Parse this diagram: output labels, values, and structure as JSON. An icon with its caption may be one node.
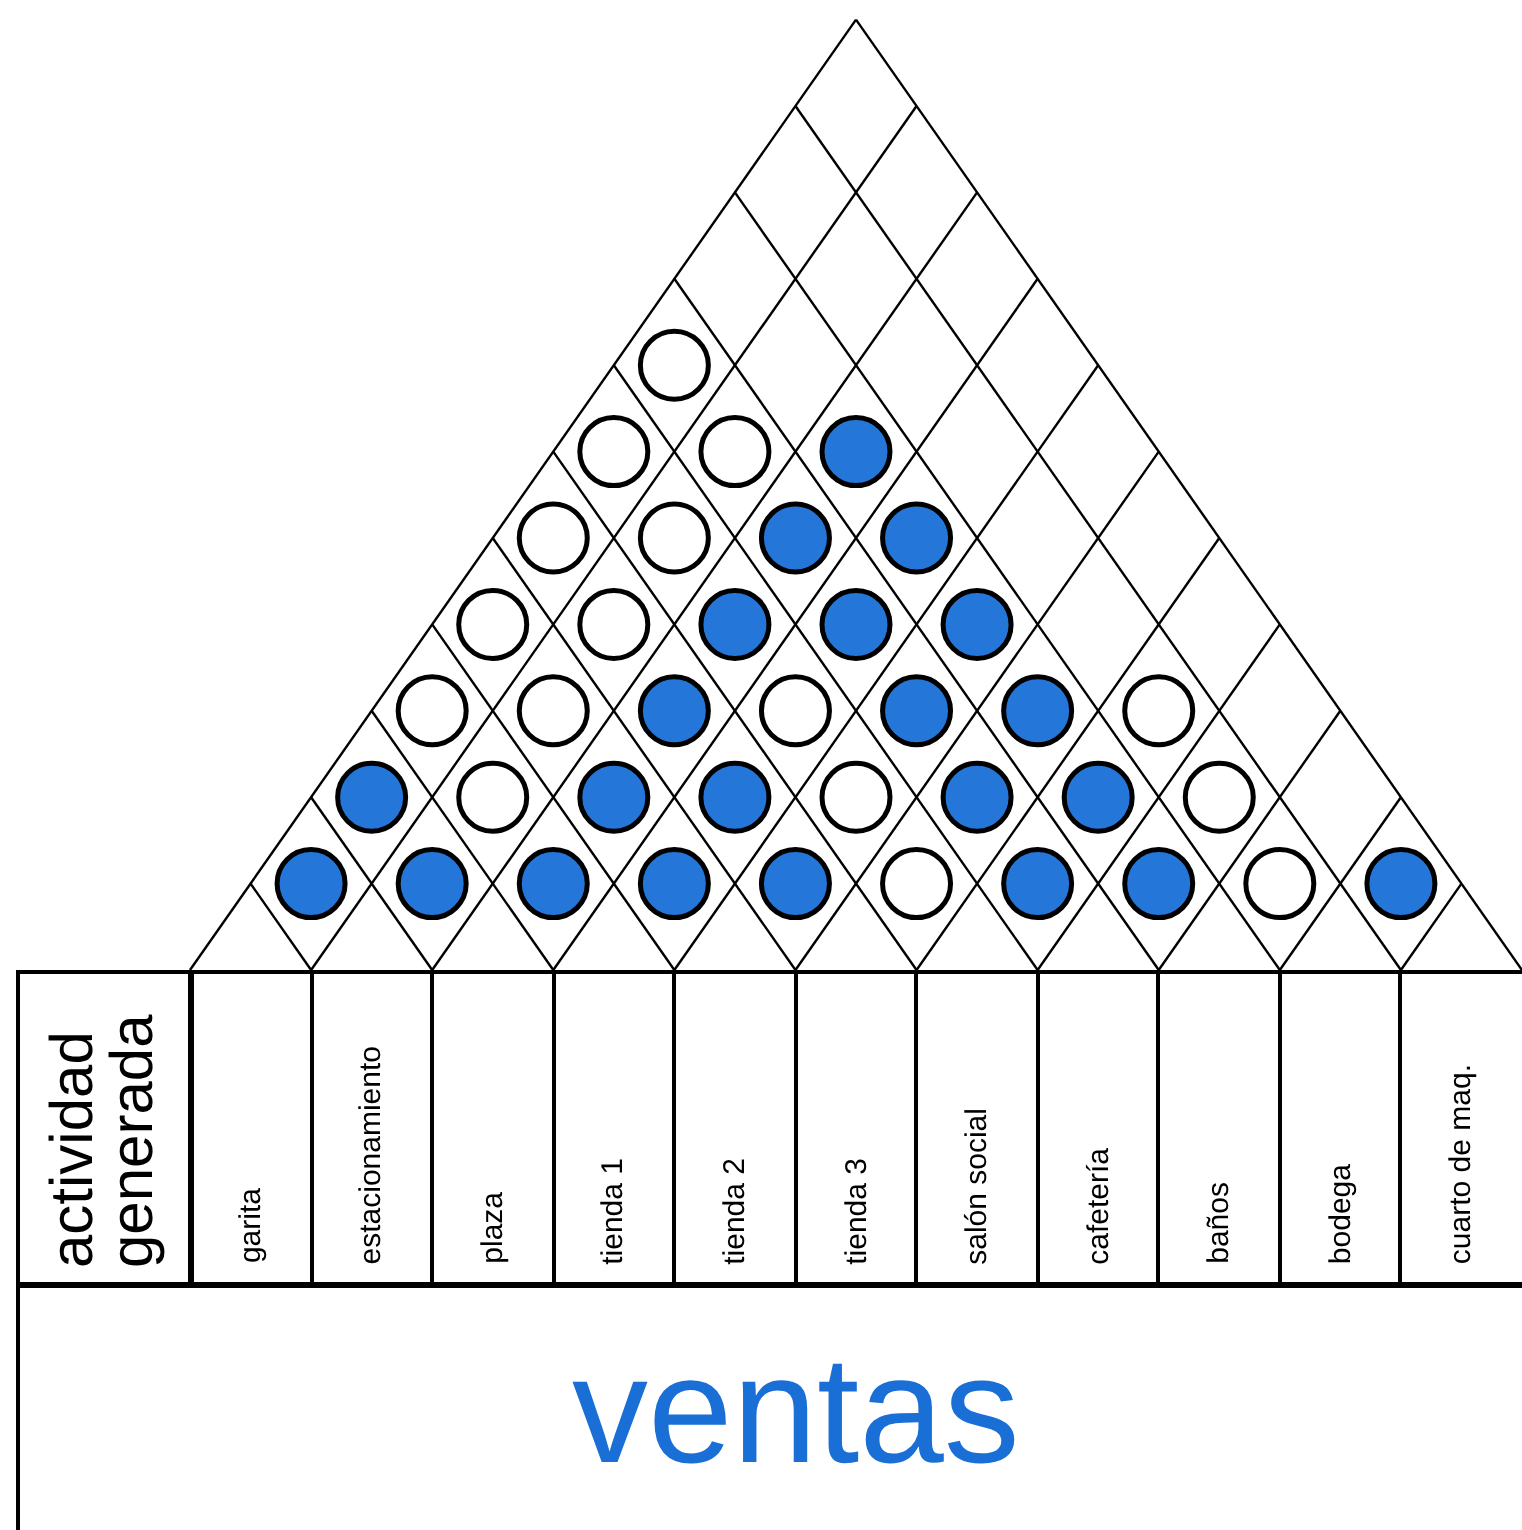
{
  "diagram": {
    "labels": [
      "actividad generada",
      "garita",
      "estacionamiento",
      "plaza",
      "tienda 1",
      "tienda 2",
      "tienda 3",
      "salón social",
      "cafetería",
      "baños",
      "bodega",
      "cuarto de maq.",
      "ventas"
    ]
  }
}
